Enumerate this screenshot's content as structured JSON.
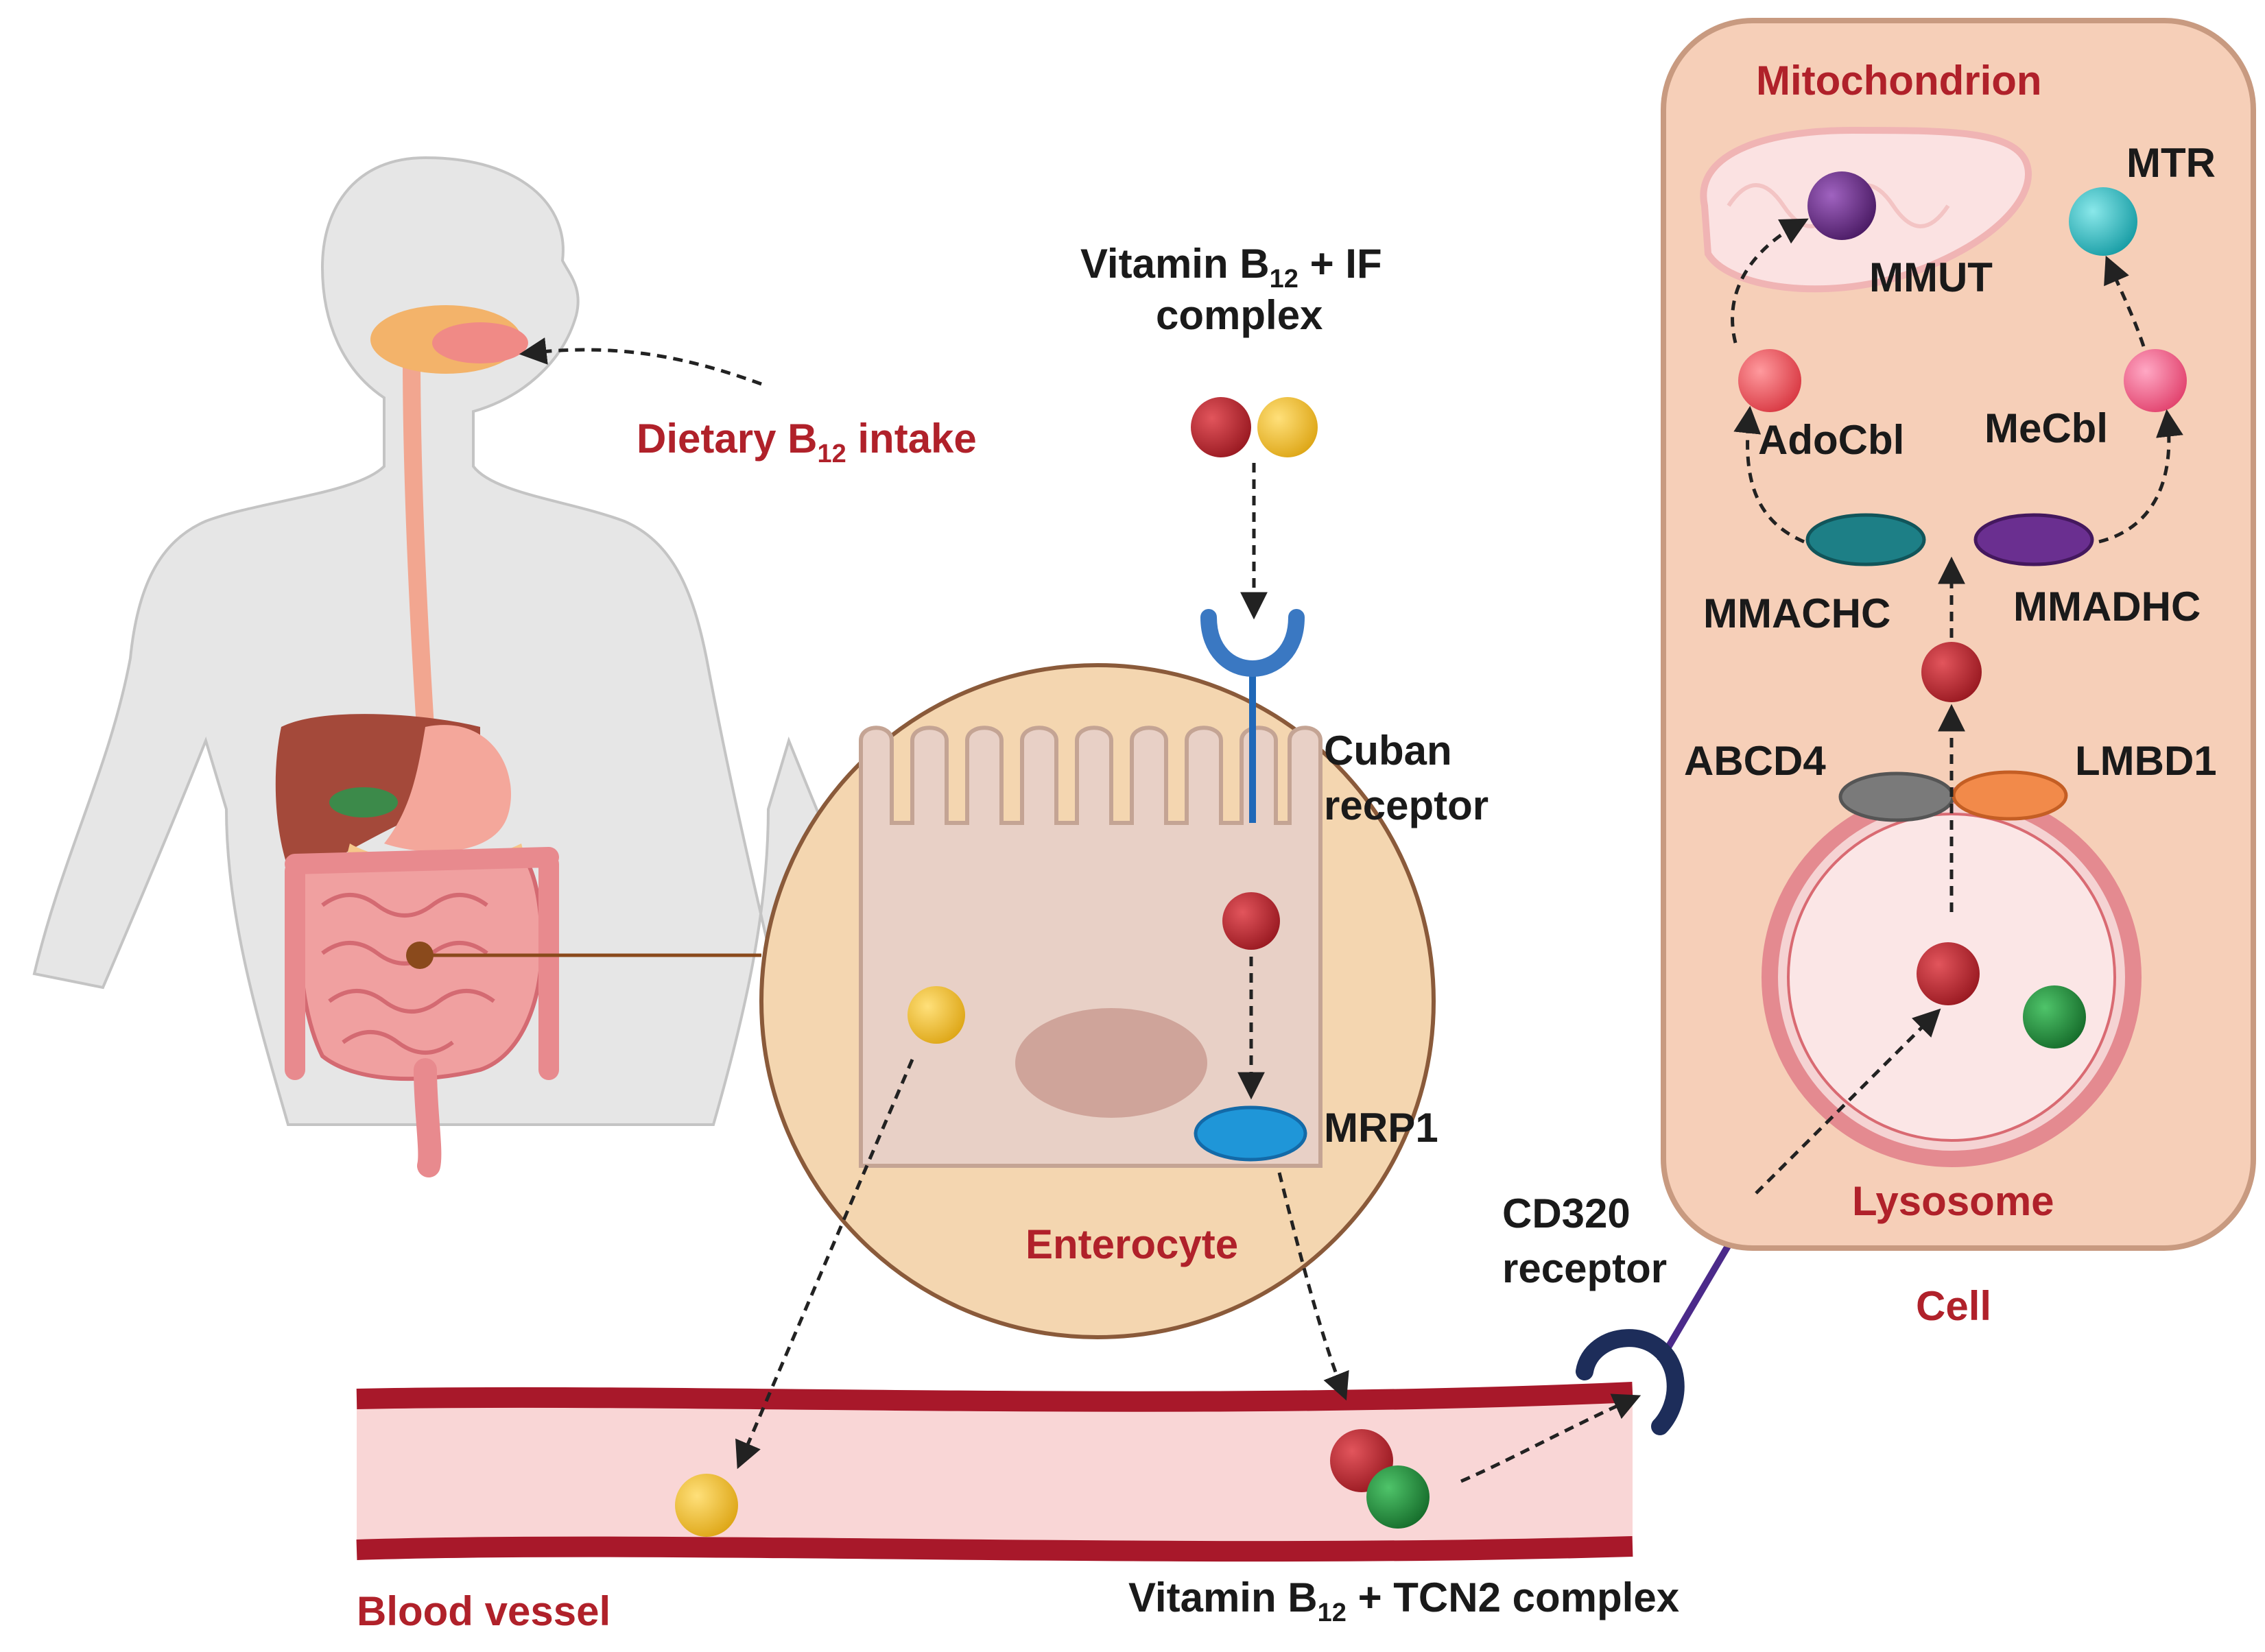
{
  "labels": {
    "dietary_intake": {
      "pre": "Dietary B",
      "sub": "12",
      "post": " intake"
    },
    "if_complex_line1": {
      "pre": "Vitamin B",
      "sub": "12",
      "post": " + IF"
    },
    "if_complex_line2": "complex",
    "cuban_line1": "Cuban",
    "cuban_line2": "receptor",
    "mrp1": "MRP1",
    "enterocyte": "Enterocyte",
    "blood_vessel": "Blood vessel",
    "tcn2_complex": {
      "pre": "Vitamin B",
      "sub": "12",
      "post": " + TCN2 complex"
    },
    "cd320_line1": "CD320",
    "cd320_line2": "receptor",
    "cell": "Cell",
    "mitochondrion": "Mitochondrion",
    "mtr": "MTR",
    "mmut": "MMUT",
    "adocbl": "AdoCbl",
    "mecbl": "MeCbl",
    "mmachc": "MMACHC",
    "mmadhc": "MMADHC",
    "abcd4": "ABCD4",
    "lmbd1": "LMBD1",
    "lysosome": "Lysosome"
  },
  "colors": {
    "b12": "#b0222a",
    "intrinsic_factor": "#f0c02a",
    "tcn2": "#1f8a3a",
    "mmut": "#6b2a8a",
    "mtr": "#2bb8c0",
    "adocbl": "#e84a55",
    "mecbl": "#ee5c86",
    "mmachc": "#1d7f86",
    "mmadhc": "#6a2f90",
    "abcd4": "#7a7a7a",
    "lmbd1": "#f28a4a",
    "mrp1": "#1f96d8",
    "cubam": "#3a78c2",
    "cd320": "#1d2d5a",
    "label_red": "#b0212a",
    "cell_fill": "#f6cfb8",
    "enterocyte_bg": "#f4d6b0",
    "vessel_wall": "#a8182a"
  }
}
